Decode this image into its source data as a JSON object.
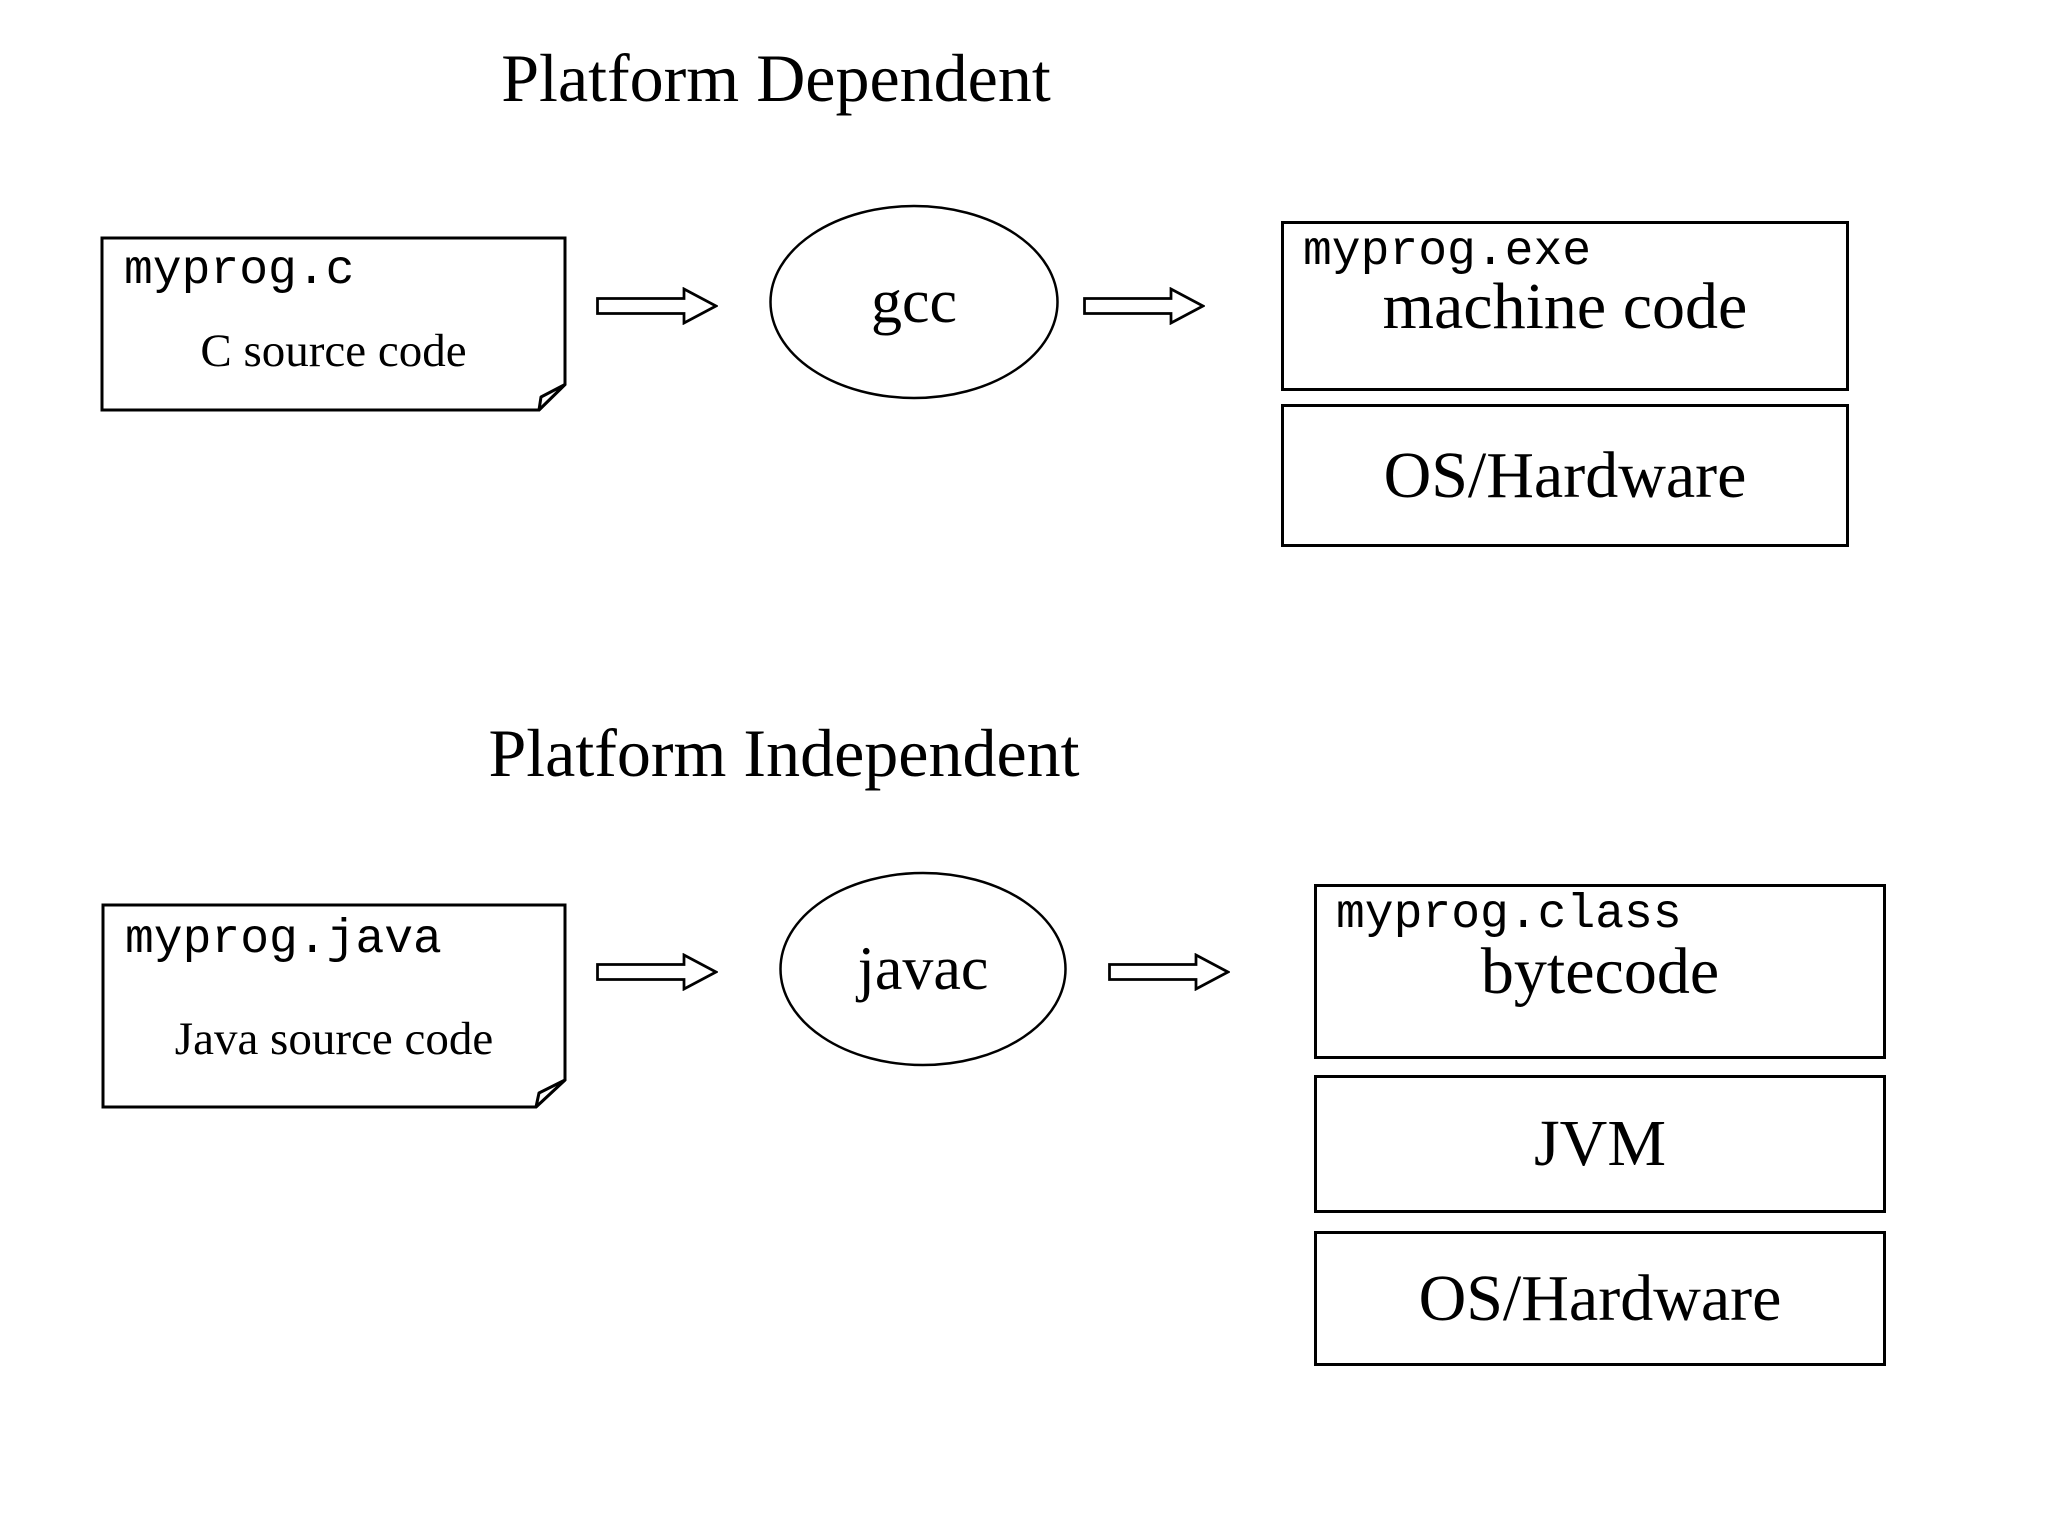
{
  "top": {
    "title": "Platform Dependent",
    "source": {
      "filename": "myprog.c",
      "label": "C source code"
    },
    "compiler": "gcc",
    "output": {
      "filename": "myprog.exe",
      "label": "machine code"
    },
    "stack": {
      "layer1": "OS/Hardware"
    }
  },
  "bottom": {
    "title": "Platform Independent",
    "source": {
      "filename": "myprog.java",
      "label": "Java source code"
    },
    "compiler": "javac",
    "output": {
      "filename": "myprog.class",
      "label": "bytecode"
    },
    "stack": {
      "layer1": "JVM",
      "layer2": "OS/Hardware"
    }
  },
  "colors": {
    "line": "#000000",
    "background": "#ffffff"
  }
}
